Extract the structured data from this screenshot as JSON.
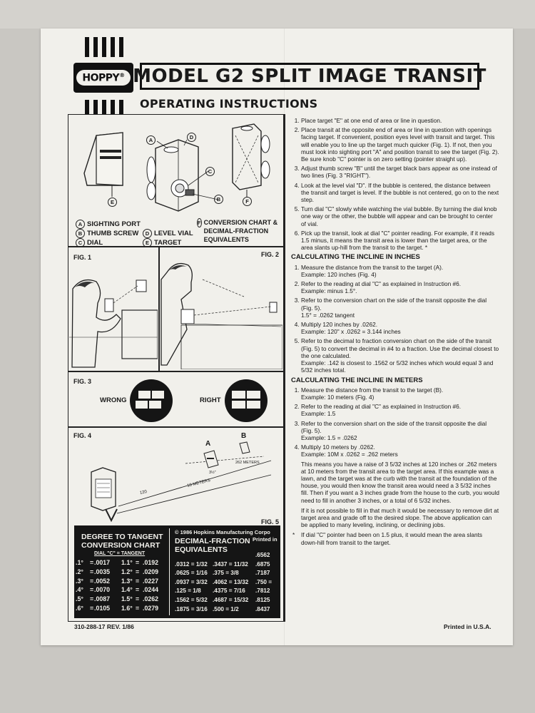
{
  "brand": {
    "logo_text": "HOPPY",
    "registered": "®"
  },
  "header": {
    "title": "MODEL G2 SPLIT IMAGE TRANSIT",
    "subtitle": "OPERATING INSTRUCTIONS"
  },
  "parts_diagram": {
    "callouts": [
      "A",
      "B",
      "C",
      "D",
      "E",
      "F"
    ],
    "legend": [
      {
        "letter": "A",
        "label": "SIGHTING PORT"
      },
      {
        "letter": "B",
        "label": "THUMB SCREW"
      },
      {
        "letter": "C",
        "label": "DIAL"
      },
      {
        "letter": "D",
        "label": "LEVEL VIAL"
      },
      {
        "letter": "E",
        "label": "TARGET"
      },
      {
        "letter": "F",
        "label": "CONVERSION CHART & DECIMAL-FRACTION EQUIVALENTS"
      }
    ]
  },
  "figures": {
    "fig1": "FIG. 1",
    "fig2": "FIG. 2",
    "fig3": {
      "label": "FIG. 3",
      "wrong": "WRONG",
      "right": "RIGHT"
    },
    "fig4": {
      "label": "FIG. 4",
      "point_a": "A",
      "point_b": "B",
      "measure_1": "262 METERS",
      "measure_2": "3½″",
      "distance_in": "120",
      "distance_m": "10 METERS"
    },
    "fig5": "FIG. 5"
  },
  "steps": [
    "Place target \"E\" at one end of area or line in question.",
    "Place transit at the opposite end of area or line in question with openings facing target. If convenient, position eyes level with transit and target. This will enable you to line up the target much quicker (Fig. 1). If not, then you must look into sighting port \"A\" and position transit to see the target (Fig. 2). Be sure knob \"C\" pointer is on zero setting (pointer straight up).",
    "Adjust thumb screw \"B\" until the target black bars appear as one instead of two lines (Fig. 3 \"RIGHT\").",
    "Look at the level vial \"D\". If the bubble is centered, the distance between the transit and target is level. If the bubble is not centered, go on to the next step.",
    "Turn dial \"C\" slowly while watching the vial bubble. By turning the dial knob one way or the other, the bubble will appear and can be brought to center of vial.",
    "Pick up the transit, look at dial \"C\" pointer reading. For example, if it reads 1.5 minus, it means the transit area is lower than the target area, or the area slants up-hill from the transit to the target. *"
  ],
  "inches_section": {
    "heading": "CALCULATING THE INCLINE IN INCHES",
    "steps": [
      {
        "text": "Measure the distance from the transit to the target (A).",
        "example": "Example: 120 inches (Fig. 4)"
      },
      {
        "text": "Refer to the reading at dial \"C\" as explained in Instruction #6.",
        "example": "Example: minus 1.5°."
      },
      {
        "text": "Refer to the conversion chart on the side of the transit opposite the dial (Fig. 5).",
        "example": "1.5° = .0262 tangent"
      },
      {
        "text": "Multiply 120 inches by .0262.",
        "example": "Example: 120\" x .0262 = 3.144 inches"
      },
      {
        "text": "Refer to the decimal to fraction conversion chart on the side of the transit (Fig. 5) to convert the decimal in #4 to a fraction. Use the decimal closest to the one calculated.",
        "example": "Example: .142 is closest to .1562 or 5/32 inches which would equal 3 and 5/32 inches total."
      }
    ]
  },
  "meters_section": {
    "heading": "CALCULATING THE INCLINE IN METERS",
    "steps": [
      {
        "text": "Measure the distance from the transit to the target (B).",
        "example": "Example: 10 meters (Fig. 4)"
      },
      {
        "text": "Refer to the reading at dial \"C\" as explained in Instruction #6.",
        "example": "Example: 1.5"
      },
      {
        "text": "Refer to the conversion shart on the side of the transit opposite the dial (Fig. 5).",
        "example": "Example: 1.5 = .0262"
      },
      {
        "text": "Multiply 10 meters by .0262.",
        "example": "Example: 10M x .0262 = .262 meters"
      }
    ],
    "paragraph_1": "This means you have a raise of 3 5/32 inches at 120 inches or .262 meters at 10 meters from the transit area to the target area. If this example was a lawn, and the target was at the curb with the transit at the foundation of the house, you would then know the transit area would need a 3 5/32 inches fill. Then if you want a 3 inches grade from the house to the curb, you would need to fill in another 3 inches, or a total of 6 5/32 inches.",
    "paragraph_2": "If it is not possible to fill in that much it would be necessary to remove dirt at target area and grade off to the desired slope. The above application can be applied to many leveling, inclining, or declining jobs.",
    "note_marker": "*",
    "note": "If dial \"C\" pointer had been on 1.5 plus, it would mean the area slants down-hill from transit to the target."
  },
  "conversion_chart": {
    "title_1": "DEGREE TO TANGENT",
    "title_2": "CONVERSION CHART",
    "col_head": "DIAL \"C\" = TANGENT",
    "rows": [
      [
        ".1°",
        ".0017",
        "1.1°",
        ".0192"
      ],
      [
        ".2°",
        ".0035",
        "1.2°",
        ".0209"
      ],
      [
        ".3°",
        ".0052",
        "1.3°",
        ".0227"
      ],
      [
        ".4°",
        ".0070",
        "1.4°",
        ".0244"
      ],
      [
        ".5°",
        ".0087",
        "1.5°",
        ".0262"
      ],
      [
        ".6°",
        ".0105",
        "1.6°",
        ".0279"
      ]
    ]
  },
  "fraction_chart": {
    "copyright": "© 1986 Hopkins Manufacturing Corpo",
    "printed": "Printed in",
    "title_1": "DECIMAL-FRACTION",
    "title_2": "EQUIVALENTS",
    "rows": [
      [
        "",
        "",
        "",
        "",
        ".6562"
      ],
      [
        ".0312 = 1/32",
        ".3437 = 11/32",
        "",
        "",
        ".6875"
      ],
      [
        ".0625 = 1/16",
        ".375 = 3/8",
        "",
        "",
        ".7187"
      ],
      [
        ".0937 = 3/32",
        ".4062 = 13/32",
        "",
        "",
        ".750 ="
      ],
      [
        ".125 = 1/8",
        ".4375 = 7/16",
        "",
        "",
        ".7812"
      ],
      [
        ".1562 = 5/32",
        ".4687 = 15/32",
        "",
        "",
        ".8125"
      ],
      [
        ".1875 = 3/16",
        ".500 = 1/2",
        "",
        "",
        ".8437"
      ]
    ]
  },
  "footer": {
    "part_number": "310-288-17 REV. 1/86",
    "printed": "Printed in U.S.A."
  }
}
